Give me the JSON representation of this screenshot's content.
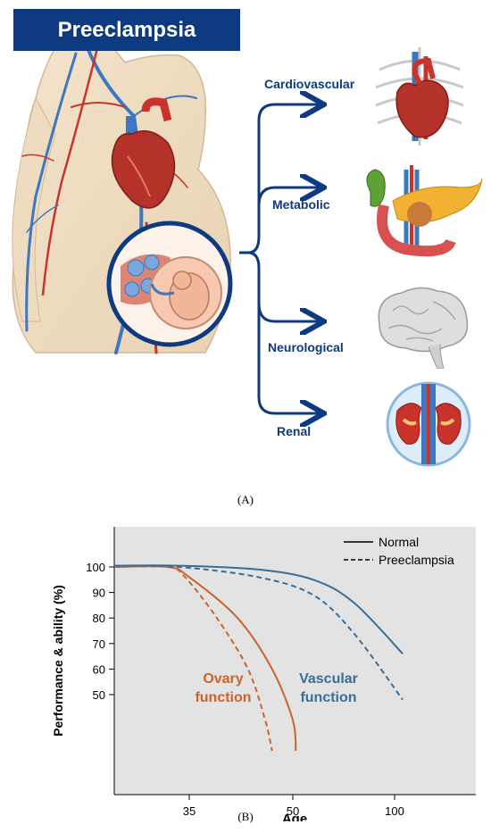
{
  "panel_a": {
    "title": "Preeclampsia",
    "organs": [
      {
        "label": "Cardiovascular",
        "icon": "heart-icon"
      },
      {
        "label": "Metabolic",
        "icon": "pancreas-icon"
      },
      {
        "label": "Neurological",
        "icon": "brain-icon"
      },
      {
        "label": "Renal",
        "icon": "kidney-icon"
      }
    ],
    "caption": "(A)"
  },
  "panel_b": {
    "caption": "(B)"
  },
  "colors": {
    "navy": "#0d3a80",
    "ovary": "#c9642a",
    "vascular": "#3a6e96",
    "plot_bg": "#e3e3e3"
  },
  "chart_data": {
    "type": "line",
    "xlabel": "Age",
    "ylabel": "Performance & ability (%)",
    "x_ticks": [
      35,
      50,
      100
    ],
    "y_ticks": [
      50,
      60,
      70,
      80,
      90,
      100
    ],
    "legend": {
      "placement": "top-right",
      "entries": [
        {
          "label": "Normal",
          "style": "solid"
        },
        {
          "label": "Preeclampsia",
          "style": "dashed"
        }
      ]
    },
    "annotations": [
      {
        "text_lines": [
          "Ovary",
          "function"
        ],
        "color": "#c9642a"
      },
      {
        "text_lines": [
          "Vascular",
          "function"
        ],
        "color": "#3a6e96"
      }
    ],
    "series": [
      {
        "group": "ovary",
        "style": "solid",
        "points": [
          [
            0,
            100
          ],
          [
            25,
            100
          ],
          [
            35,
            96
          ],
          [
            42,
            80
          ],
          [
            47,
            60
          ],
          [
            50,
            40
          ],
          [
            51.5,
            28
          ]
        ]
      },
      {
        "group": "ovary",
        "style": "dashed",
        "points": [
          [
            0,
            100
          ],
          [
            25,
            100
          ],
          [
            33,
            96
          ],
          [
            39,
            80
          ],
          [
            43.5,
            60
          ],
          [
            46,
            40
          ],
          [
            47,
            28
          ]
        ]
      },
      {
        "group": "vascular",
        "style": "solid",
        "points": [
          [
            0,
            100.5
          ],
          [
            30,
            100.5
          ],
          [
            45,
            99
          ],
          [
            60,
            95
          ],
          [
            80,
            86
          ],
          [
            102,
            66
          ]
        ]
      },
      {
        "group": "vascular",
        "style": "dashed",
        "points": [
          [
            0,
            100.5
          ],
          [
            30,
            100
          ],
          [
            45,
            96
          ],
          [
            60,
            89
          ],
          [
            80,
            74
          ],
          [
            102,
            48
          ]
        ]
      }
    ]
  }
}
